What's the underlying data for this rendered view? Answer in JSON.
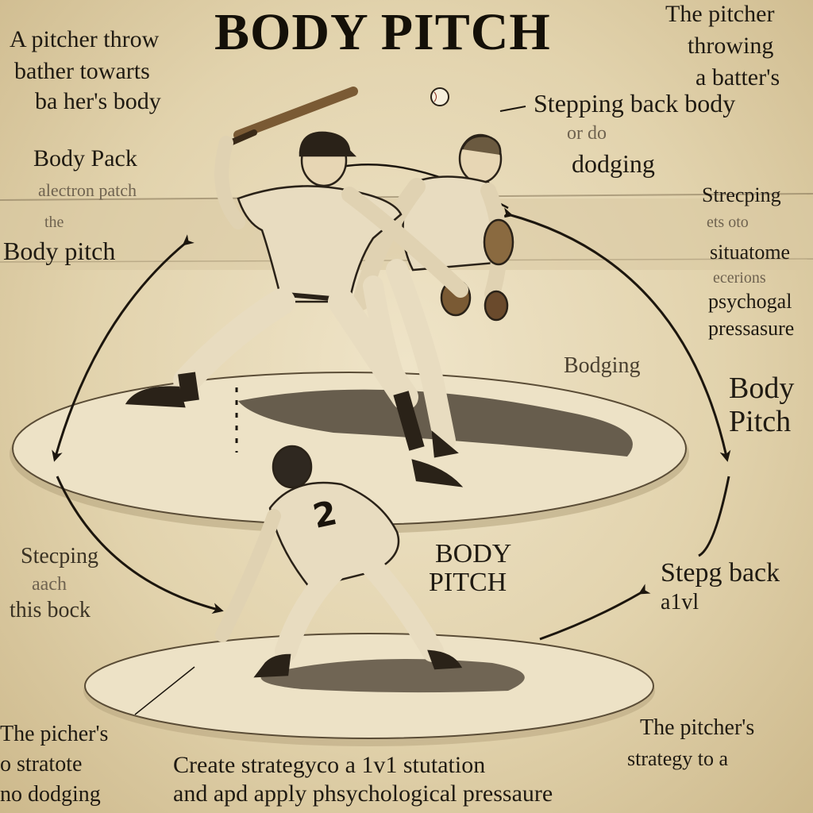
{
  "title": "BODY PITCH",
  "labels": {
    "top_left_1": "A pitcher throw",
    "top_left_2": "bather towarts",
    "top_left_3": "ba her's body",
    "top_right_1": "The pitcher",
    "top_right_2": "throwing",
    "top_right_3": "a batter's",
    "step_back_1": "Stepping back body",
    "step_back_2": "or do",
    "step_back_3": "dodging",
    "left_mid_1": "Body Pack",
    "left_mid_2": "alectron patch",
    "left_mid_3": "the",
    "left_mid_4": "Body pitch",
    "right_mid_1": "Strecping",
    "right_mid_2": "ets oto",
    "right_mid_3": "situatome",
    "right_mid_4": "ecerions",
    "right_mid_5": "psychogal",
    "right_mid_6": "pressasure",
    "bodging": "Bodging",
    "right_body_1": "Body",
    "right_body_2": "Pitch",
    "center_1": "BODY",
    "center_2": "PITCH",
    "left_low_1": "Stecping",
    "left_low_2": "aach",
    "left_low_3": "this bock",
    "right_low_1": "Stepg back",
    "right_low_2": "a1vl",
    "bottom_left_1": "The picher's",
    "bottom_left_2": "o stratote",
    "bottom_left_3": "no dodging",
    "bottom_center_1": "Create  strategyco a 1v1 stutation",
    "bottom_center_2": "and apd apply phsychological pressaure",
    "bottom_right_1": "The pitcher's",
    "bottom_right_2": "strategy to a"
  },
  "figures": {
    "batter_jersey_number": "2"
  },
  "colors": {
    "paper": "#e6d8b4",
    "ink": "#1f1a12",
    "uniform": "#e8dcc0",
    "mound": "#ece0c3",
    "shadow": "#3a3024"
  }
}
